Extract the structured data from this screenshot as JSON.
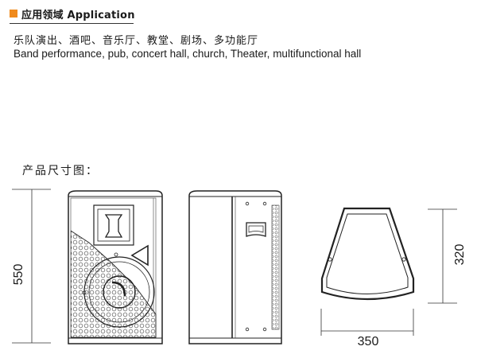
{
  "section": {
    "title": "应用领域 Application",
    "accent_color": "#f08a1c"
  },
  "application": {
    "cn": "乐队演出、酒吧、音乐厅、教堂、剧场、多功能厅",
    "en": "Band performance, pub, concert hall, church, Theater, multifunctional hall"
  },
  "dimensions": {
    "title": "产品尺寸图：",
    "height": "550",
    "depth": "320",
    "width": "350"
  }
}
